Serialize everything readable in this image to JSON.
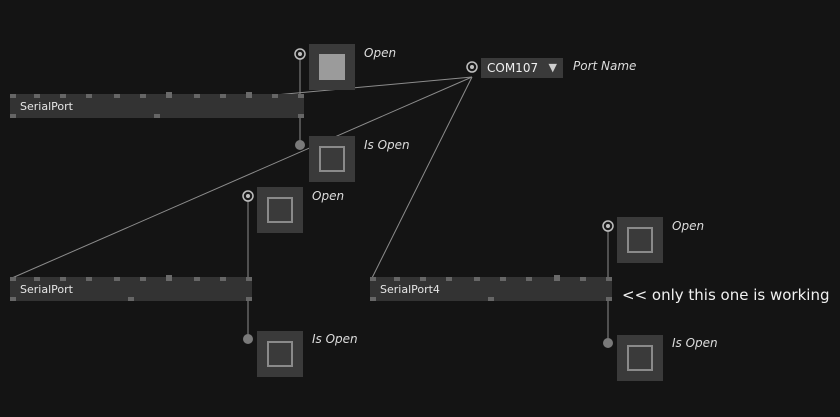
{
  "nodes": [
    {
      "id": "node1",
      "title": "SerialPort"
    },
    {
      "id": "node2",
      "title": "SerialPort"
    },
    {
      "id": "node3",
      "title": "SerialPort4"
    }
  ],
  "controls": {
    "open_label": "Open",
    "is_open_label": "Is Open",
    "port_name_label": "Port Name"
  },
  "port_dropdown": {
    "value": "COM107",
    "arrow": "▼"
  },
  "annotation": "<< only this one is working",
  "colors": {
    "background": "#141414",
    "node": "#333333",
    "wire": "#8c8c8c",
    "button": "#3a3a3a"
  }
}
